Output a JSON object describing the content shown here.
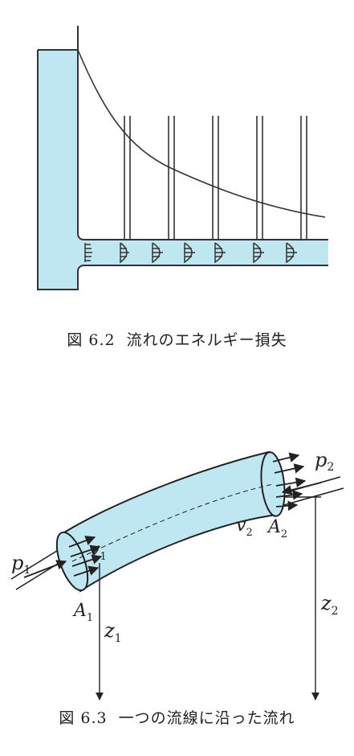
{
  "figure1": {
    "caption_label": "図 6.2",
    "caption_text": "流れのエネルギー損失",
    "colors": {
      "water": "#bfe7f1",
      "line": "#333333"
    }
  },
  "figure2": {
    "caption_label": "図 6.3",
    "caption_text": "一つの流線に沿った流れ",
    "symbols": {
      "p1": "p",
      "p1_sub": "1",
      "p2": "p",
      "p2_sub": "2",
      "v1": "v",
      "v1_sub": "1",
      "v2": "v",
      "v2_sub": "2",
      "A1": "A",
      "A1_sub": "1",
      "A2": "A",
      "A2_sub": "2",
      "z1": "z",
      "z1_sub": "1",
      "z2": "z",
      "z2_sub": "2"
    },
    "colors": {
      "water": "#bfe7f1",
      "line": "#222222"
    }
  }
}
